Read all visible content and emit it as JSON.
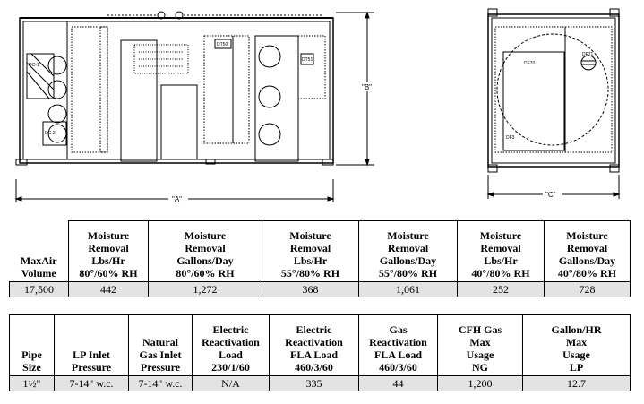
{
  "drawing": {
    "dimension_a": "\"A\"",
    "dimension_b": "\"B\"",
    "dimension_c": "\"C\"",
    "panel_labels": [
      "DC-1",
      "DC-2",
      "DT50",
      "DT51",
      "DF70",
      "DF71",
      "DF3"
    ]
  },
  "table1": {
    "headers": [
      "MaxAir Volume",
      "Moisture Removal Lbs/Hr 80°/60% RH",
      "Moisture Removal Gallons/Day 80°/60% RH",
      "Moisture Removal Lbs/Hr 55°/80% RH",
      "Moisture Removal Gallons/Day 55°/80% RH",
      "Moisture Removal Lbs/Hr 40°/80% RH",
      "Moisture Removal Gallons/Day 40°/80% RH"
    ],
    "header_lines": [
      [
        "MaxAir",
        "Volume"
      ],
      [
        "Moisture",
        "Removal",
        "Lbs/Hr",
        "80°/60% RH"
      ],
      [
        "Moisture",
        "Removal",
        "Gallons/Day",
        "80°/60% RH"
      ],
      [
        "Moisture",
        "Removal",
        "Lbs/Hr",
        "55°/80% RH"
      ],
      [
        "Moisture",
        "Removal",
        "Gallons/Day",
        "55°/80% RH"
      ],
      [
        "Moisture",
        "Removal",
        "Lbs/Hr",
        "40°/80% RH"
      ],
      [
        "Moisture",
        "Removal",
        "Gallons/Day",
        "40°/80% RH"
      ]
    ],
    "values": [
      "17,500",
      "442",
      "1,272",
      "368",
      "1,061",
      "252",
      "728"
    ]
  },
  "table2": {
    "header_lines": [
      [
        "Pipe",
        "Size"
      ],
      [
        "LP Inlet",
        "Pressure"
      ],
      [
        "Natural",
        "Gas Inlet",
        "Pressure"
      ],
      [
        "Electric",
        "Reactivation",
        "Load",
        "230/1/60"
      ],
      [
        "Electric",
        "Reactivation",
        "FLA Load",
        "460/3/60"
      ],
      [
        "Gas",
        "Reactivation",
        "FLA Load",
        "460/3/60"
      ],
      [
        "CFH Gas",
        "Max",
        "Usage",
        "NG"
      ],
      [
        "Gallon/HR",
        "Max",
        "Usage",
        "LP"
      ]
    ],
    "values": [
      "1½\"",
      "7-14\" w.c.",
      "7-14\" w.c.",
      "N/A",
      "335",
      "44",
      "1,200",
      "12.7"
    ]
  }
}
